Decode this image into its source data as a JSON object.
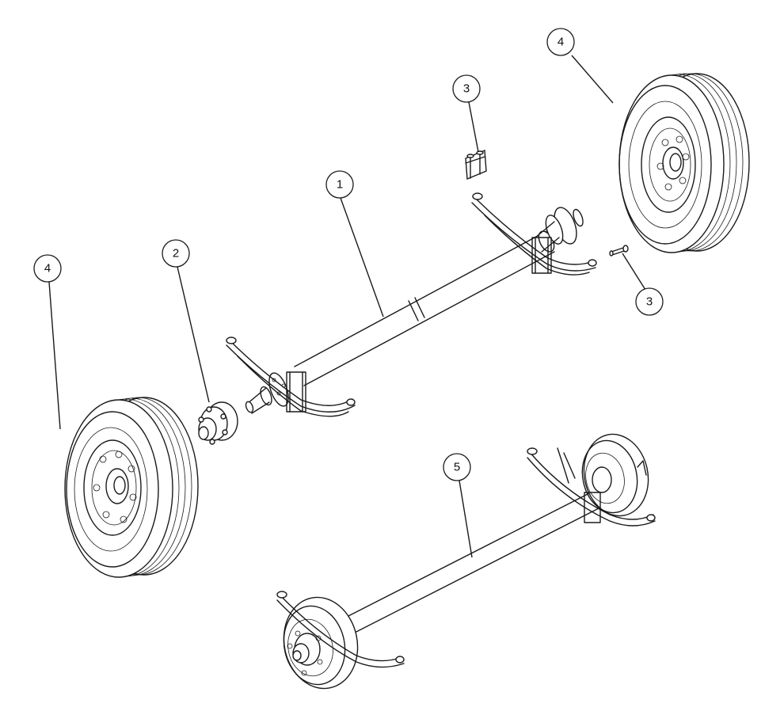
{
  "callouts": [
    {
      "id": "c1",
      "label": "1"
    },
    {
      "id": "c2",
      "label": "2"
    },
    {
      "id": "c3a",
      "label": "3"
    },
    {
      "id": "c3b",
      "label": "3"
    },
    {
      "id": "c4a",
      "label": "4"
    },
    {
      "id": "c4b",
      "label": "4"
    },
    {
      "id": "c5",
      "label": "5"
    }
  ],
  "colors": {
    "line": "#1a1a1a",
    "background": "#ffffff"
  }
}
